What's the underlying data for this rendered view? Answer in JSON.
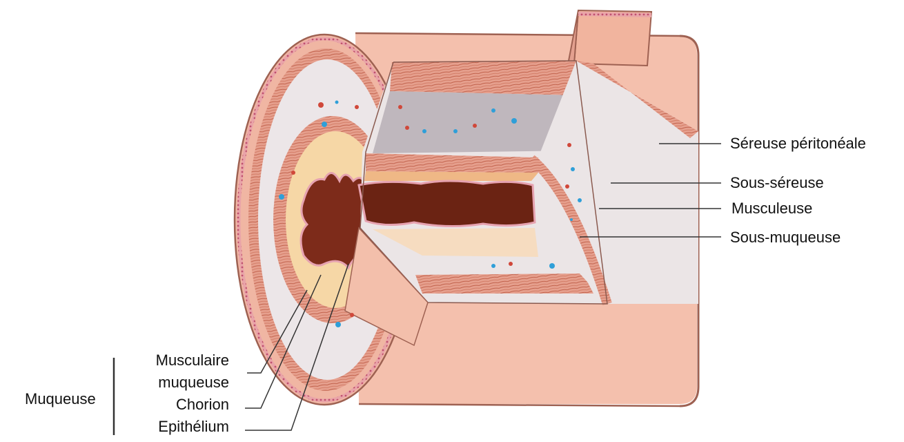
{
  "diagram": {
    "colors": {
      "serosa": "#f2b8a4",
      "muscle": "#e29b8a",
      "muscle_dark": "#b8452f",
      "submucosa": "#ebe5e6",
      "chorion": "#f8dca9",
      "lumen": "#7d2b1a",
      "epithelium_dots": "#c9567a",
      "vessel_red": "#d0483a",
      "vessel_blue": "#2f9fd8"
    },
    "labels_right": {
      "sereuse": "Séreuse péritonéale",
      "sous_sereuse": "Sous-séreuse",
      "musculeuse": "Musculeuse",
      "sous_muqueuse": "Sous-muqueuse"
    },
    "labels_left": {
      "musculaire_line1": "Musculaire",
      "musculaire_line2": "muqueuse",
      "chorion": "Chorion",
      "epithelium": "Epithélium",
      "muqueuse": "Muqueuse"
    }
  }
}
